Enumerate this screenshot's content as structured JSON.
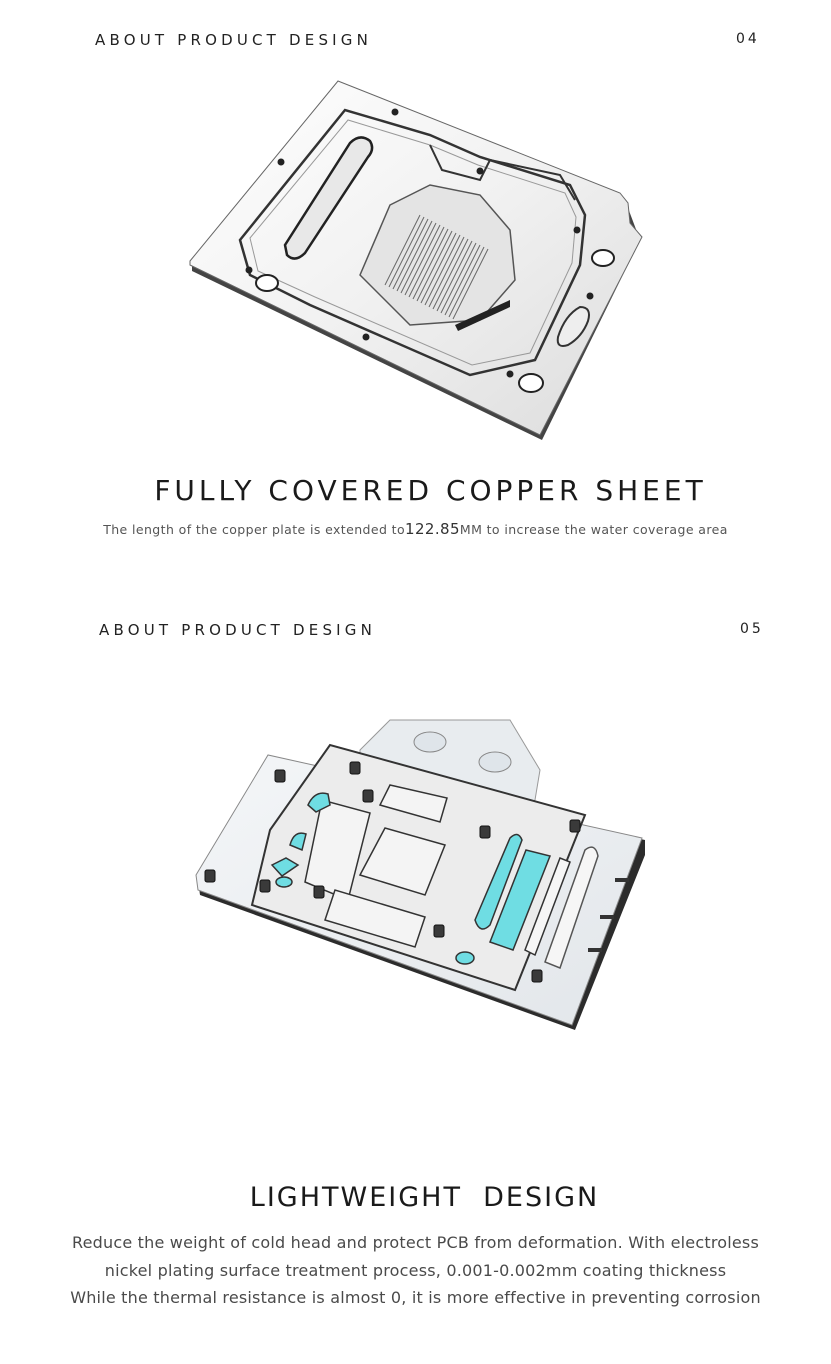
{
  "section1": {
    "label": "ABOUT PRODUCT DESIGN",
    "number": "04",
    "image_name": "copper-plate-illustration",
    "heading": "FULLY COVERED COPPER SHEET",
    "desc_before": "The length of the copper plate is extended to",
    "desc_value": "122.85",
    "desc_after": "MM to increase the water coverage area"
  },
  "section2": {
    "label": "ABOUT PRODUCT DESIGN",
    "number": "05",
    "image_name": "acrylic-waterblock-illustration",
    "heading": "LIGHTWEIGHT  DESIGN",
    "desc_lines": [
      "Reduce the weight of cold head and protect PCB from deformation. With electroless",
      "nickel plating surface treatment process, 0.001-0.002mm coating thickness",
      "While the thermal resistance is almost 0, it is more effective in preventing corrosion"
    ]
  },
  "colors": {
    "text": "#222222",
    "muted": "#555555",
    "thermal_pad": "#6fdde3",
    "metal": "#d9d9d9"
  }
}
